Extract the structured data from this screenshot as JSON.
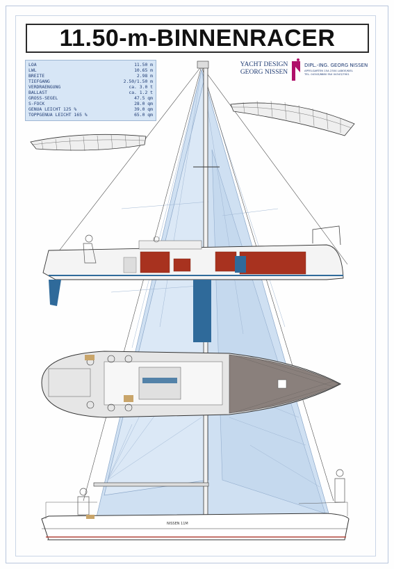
{
  "title": "11.50-m-BINNENRACER",
  "specs": [
    {
      "label": "LOA",
      "value": "11.50 m"
    },
    {
      "label": "LWL",
      "value": "10.65 m"
    },
    {
      "label": "BREITE",
      "value": "2.98 m"
    },
    {
      "label": "TIEFGANG",
      "value": "2.50/1.50 m"
    },
    {
      "label": "VERDRAENGUNG",
      "value": "ca. 3.0 t"
    },
    {
      "label": "BALLAST",
      "value": "ca. 1.2 t"
    },
    {
      "label": "GROSS-SEGEL",
      "value": "47.5 qm"
    },
    {
      "label": "S-FOCK",
      "value": "28.0 qm"
    },
    {
      "label": "GENUA LEICHT 125 %",
      "value": "39.0 qm"
    },
    {
      "label": "TOPPGENUA LEICHT 165 %",
      "value": "65.0 qm"
    }
  ],
  "logo": {
    "line1": "YACHT DESIGN",
    "line2": "GEORG NISSEN",
    "address1": "DIPL.-ING. GEORG NISSEN",
    "address2": "APFELGARTEN 15A 2304 LABOE/KIEL",
    "address3": "TEL. 04343/8880 FAX 04343/7901"
  },
  "hull_name": "NISSEN 11M",
  "colors": {
    "sail": "#cfe0f2",
    "sail_dark": "#b9cfe8",
    "hull_line": "#3a3a3a",
    "keel": "#2f6a9a",
    "interior": "#a8321f",
    "deck_grey": "#e6e6e6",
    "frame": "#b8c6dc",
    "accent_blue": "#1f3b73",
    "logo_magenta": "#b0106a"
  }
}
